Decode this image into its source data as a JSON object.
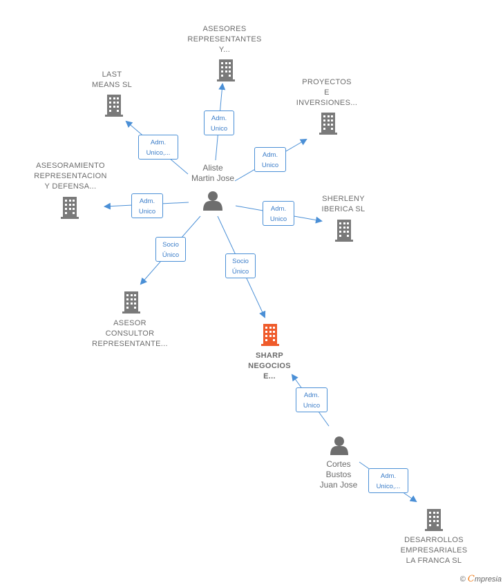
{
  "colors": {
    "edge": "#4a8fd6",
    "building": "#7a7a7a",
    "main_building": "#ef5b2b",
    "person": "#6e6e6e"
  },
  "persons": {
    "aliste": "Aliste\nMartin Jose",
    "cortes": "Cortes\nBustos\nJuan Jose"
  },
  "companies": {
    "asesores": "ASESORES\nREPRESENTANTES\nY...",
    "last_means": "LAST\nMEANS  SL",
    "proyectos": "PROYECTOS\nE\nINVERSIONES...",
    "asesoramiento": "ASESORAMIENTO\nREPRESENTACION\nY DEFENSA...",
    "sherleny": "SHERLENY\nIBERICA SL",
    "asesor": "ASESOR\nCONSULTOR\nREPRESENTANTE...",
    "sharp": "SHARP\nNEGOCIOS\nE...",
    "desarrollos": "DESARROLLOS\nEMPRESARIALES\nLA FRANCA SL"
  },
  "relations": {
    "asesores": "Adm.\nUnico",
    "last_means": "Adm.\nUnico,...",
    "proyectos": "Adm.\nUnico",
    "asesoramiento": "Adm.\nUnico",
    "sherleny": "Adm.\nUnico",
    "asesor": "Socio\nÚnico",
    "sharp_aliste": "Socio\nÚnico",
    "sharp_cortes": "Adm.\nUnico",
    "desarrollos": "Adm.\nUnico,..."
  },
  "footer": {
    "copyright": "©",
    "brand_initial": "C",
    "brand_rest": "mpresia"
  }
}
